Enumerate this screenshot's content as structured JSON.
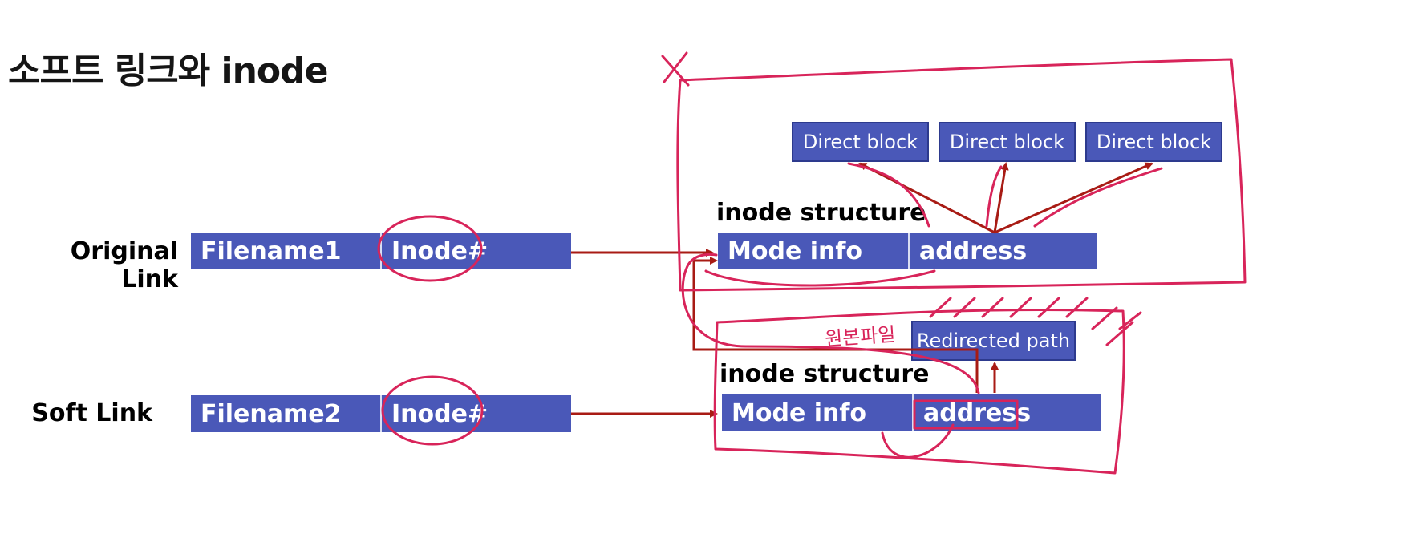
{
  "title": "소프트 링크와 inode",
  "rows": {
    "original": {
      "label": "Original Link",
      "filename": "Filename1",
      "inode": "Inode#"
    },
    "soft": {
      "label": "Soft Link",
      "filename": "Filename2",
      "inode": "Inode#"
    }
  },
  "inode_upper": {
    "heading": "inode structure",
    "mode": "Mode info",
    "address": "address"
  },
  "inode_lower": {
    "heading": "inode structure",
    "mode": "Mode info",
    "address": "address"
  },
  "direct_blocks": [
    "Direct block",
    "Direct block",
    "Direct block"
  ],
  "redirected_path": "Redirected path",
  "annotation": "원본파일",
  "colors": {
    "bar_fill": "#4a58b8",
    "arrow": "#a81b14",
    "pen": "#d8245a"
  }
}
